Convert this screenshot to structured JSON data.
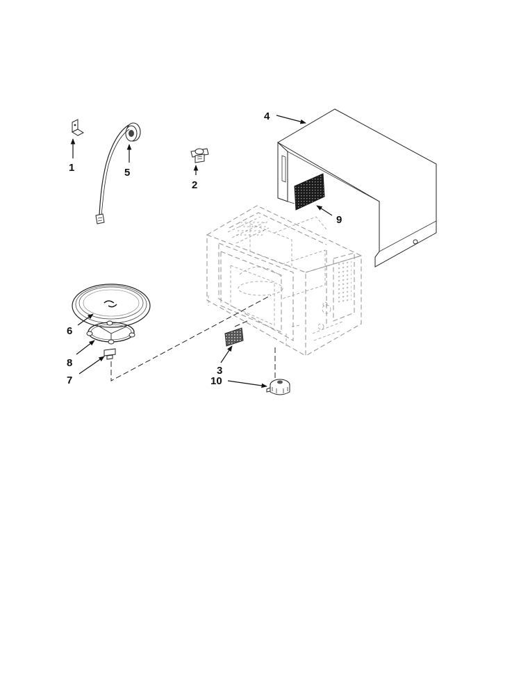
{
  "diagram": {
    "callouts": [
      {
        "id": "1",
        "text": "1"
      },
      {
        "id": "2",
        "text": "2"
      },
      {
        "id": "3",
        "text": "3"
      },
      {
        "id": "4",
        "text": "4"
      },
      {
        "id": "5",
        "text": "5"
      },
      {
        "id": "6",
        "text": "6"
      },
      {
        "id": "7",
        "text": "7"
      },
      {
        "id": "8",
        "text": "8"
      },
      {
        "id": "9",
        "text": "9"
      },
      {
        "id": "10",
        "text": "10"
      }
    ],
    "colors": {
      "line": "#222222",
      "ghost": "#9a9a9a",
      "background": "#ffffff",
      "filter": "#1a1a1a"
    }
  }
}
